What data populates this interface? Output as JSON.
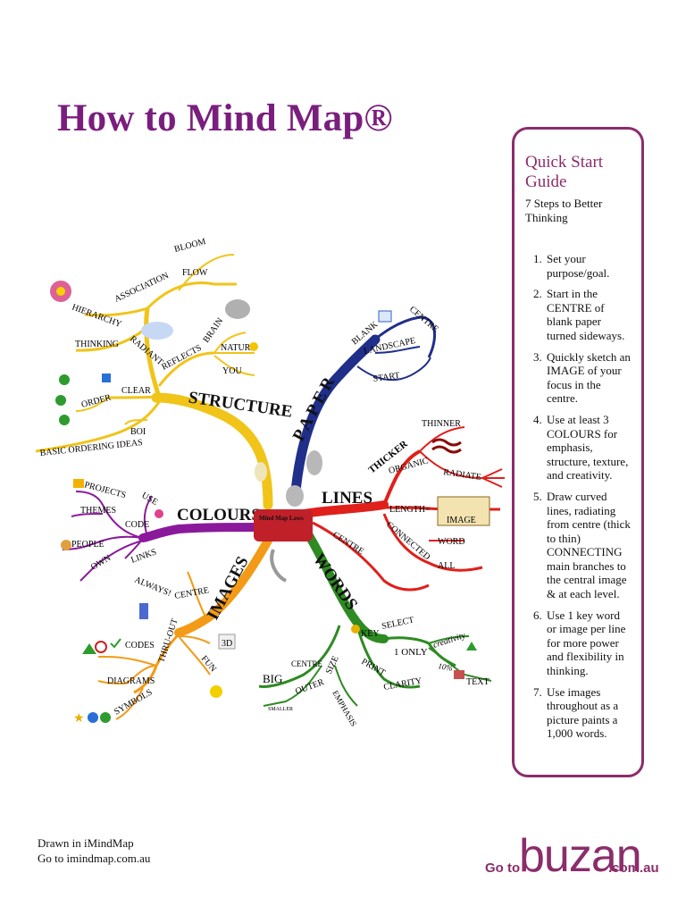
{
  "title": "How to Mind Map®",
  "guide": {
    "heading": "Quick Start Guide",
    "subheading": "7 Steps to Better Thinking",
    "steps": [
      "Set your purpose/goal.",
      "Start in the CENTRE of blank paper turned sideways.",
      "Quickly sketch an IMAGE of your focus in the centre.",
      "Use at least 3 COLOURS for emphasis, structure, texture, and creativity.",
      "Draw curved lines, radiating from centre (thick to thin) CONNECTING main branches to the central image & at each level.",
      "Use 1 key word or image per line for more power and flexibility in thinking.",
      "Use images throughout as a picture paints a 1,000 words."
    ]
  },
  "mindmap": {
    "center": "Mind Map Laws",
    "colors": {
      "structure": "#f0c419",
      "paper": "#1f2f8a",
      "lines": "#e0201b",
      "words": "#2e8b22",
      "images": "#f39a16",
      "colours": "#8a1a9b",
      "center": "#c0202a"
    },
    "branches": {
      "structure": {
        "label": "STRUCTURE",
        "words": [
          "BLOOM",
          "FLOW",
          "ASSOCIATION",
          "HIERARCHY",
          "RADIANT",
          "THINKING",
          "REFLECTS",
          "BRAIN",
          "NATURE",
          "YOU",
          "CLEAR",
          "ORDER",
          "BOI",
          "BASIC ORDERING IDEAS"
        ]
      },
      "paper": {
        "label": "PAPER",
        "words": [
          "BLANK",
          "CENTRE",
          "LANDSCAPE",
          "START"
        ]
      },
      "lines": {
        "label": "LINES",
        "words": [
          "THICKER",
          "THINNER",
          "ORGANIC",
          "RADIATE",
          "LENGTH=",
          "IMAGE",
          "CONNECTED",
          "WORD",
          "ALL",
          "CENTRE"
        ]
      },
      "words": {
        "label": "WORDS",
        "words": [
          "KEY",
          "SELECT",
          "1 ONLY",
          "creativity",
          "10%",
          "TEXT",
          "PRINT",
          "CLARITY",
          "SIZE",
          "EMPHASIS",
          "CENTRE",
          "BIG",
          "OUTER",
          "SMALLER"
        ]
      },
      "images": {
        "label": "IMAGES",
        "words": [
          "ALWAYS!",
          "CENTRE",
          "THRU-OUT",
          "3D",
          "FUN",
          "CODES",
          "DIAGRAMS",
          "SYMBOLS"
        ]
      },
      "colours": {
        "label": "COLOURS",
        "words": [
          "PROJECTS",
          "USE",
          "THEMES",
          "CODE",
          "PEOPLE",
          "LINKS",
          "OWN"
        ]
      }
    }
  },
  "footer": {
    "line1": "Drawn in iMindMap",
    "line2": "Go to imindmap.com.au",
    "goto": "Go to",
    "brand": "buzan",
    "domain": ".com.au"
  }
}
